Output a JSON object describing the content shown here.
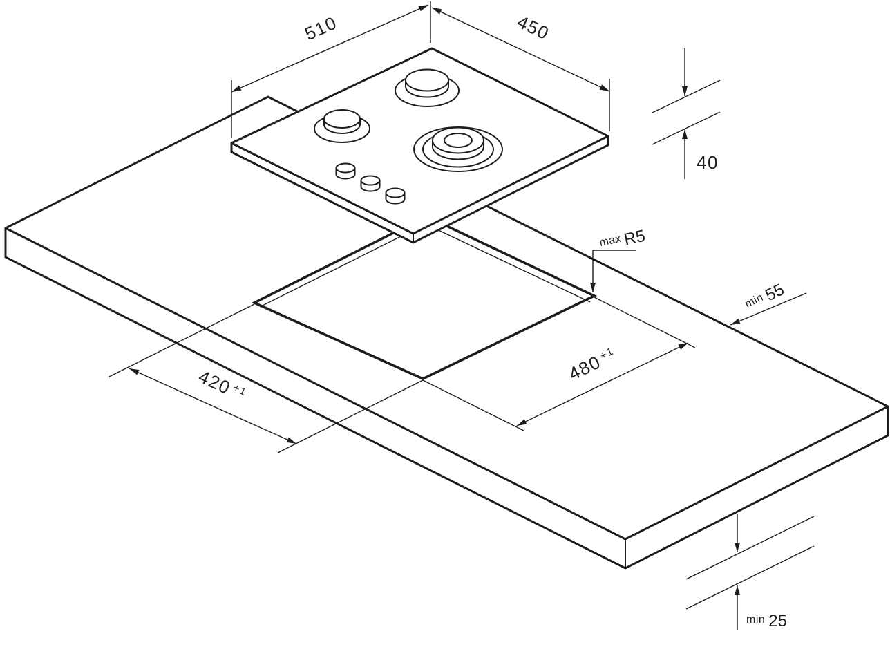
{
  "diagram": {
    "kind": "isometric installation drawing",
    "subject": "built-in gas hob with worktop cutout dimensions",
    "line_color": "#1d1d1d",
    "background_color": "#ffffff"
  },
  "dimensions": {
    "hob_width": {
      "value": "510"
    },
    "hob_depth": {
      "value": "450"
    },
    "hob_height": {
      "value": "40"
    },
    "corner_radius": {
      "prefix": "max",
      "value": "R5"
    },
    "rear_clearance": {
      "prefix": "min",
      "value": "55"
    },
    "cutout_width": {
      "value": "480",
      "tolerance": "+1"
    },
    "cutout_depth": {
      "value": "420",
      "tolerance": "+1"
    },
    "worktop_thickness": {
      "prefix": "min",
      "value": "25"
    }
  }
}
